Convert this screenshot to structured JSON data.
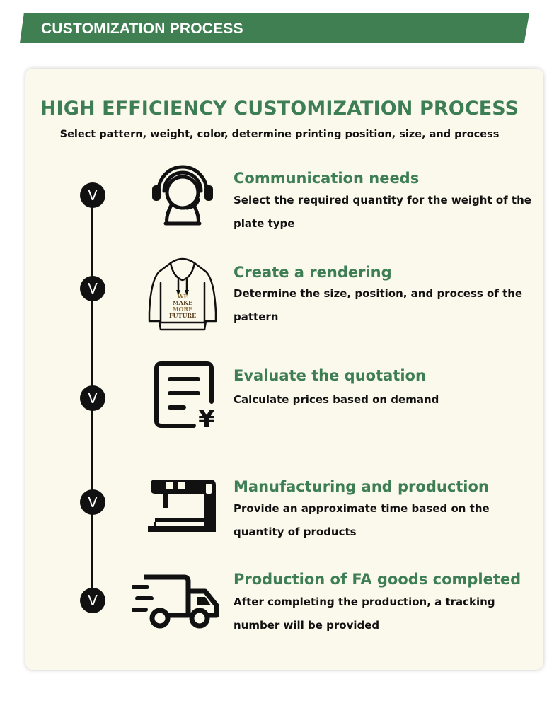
{
  "banner": {
    "label": "CUSTOMIZATION PROCESS"
  },
  "colors": {
    "accent": "#3e7e55",
    "card_bg": "#fbf8ec",
    "text": "#111111"
  },
  "header": {
    "title": "HIGH EFFICIENCY CUSTOMIZATION PROCESS",
    "subtitle": "Select pattern, weight, color, determine printing position, size, and process"
  },
  "steps": [
    {
      "marker": "V",
      "icon": "headset-icon",
      "title": "Communication needs",
      "description": "Select the required quantity for the weight of the plate type"
    },
    {
      "marker": "V",
      "icon": "hoodie-icon",
      "title": "Create a rendering",
      "description": "Determine the size, position, and process of the pattern"
    },
    {
      "marker": "V",
      "icon": "quotation-icon",
      "title": "Evaluate the quotation",
      "description": "Calculate prices based on demand"
    },
    {
      "marker": "V",
      "icon": "sewing-machine-icon",
      "title": "Manufacturing and production",
      "description": "Provide an approximate time based on the quantity of products"
    },
    {
      "marker": "V",
      "icon": "delivery-truck-icon",
      "title": "Production of FA goods completed",
      "description": "After completing the production, a tracking number will be provided"
    }
  ],
  "hoodie_print": [
    "WE",
    "MAKE",
    "MORE",
    "FUTURE"
  ],
  "currency_symbol": "¥"
}
